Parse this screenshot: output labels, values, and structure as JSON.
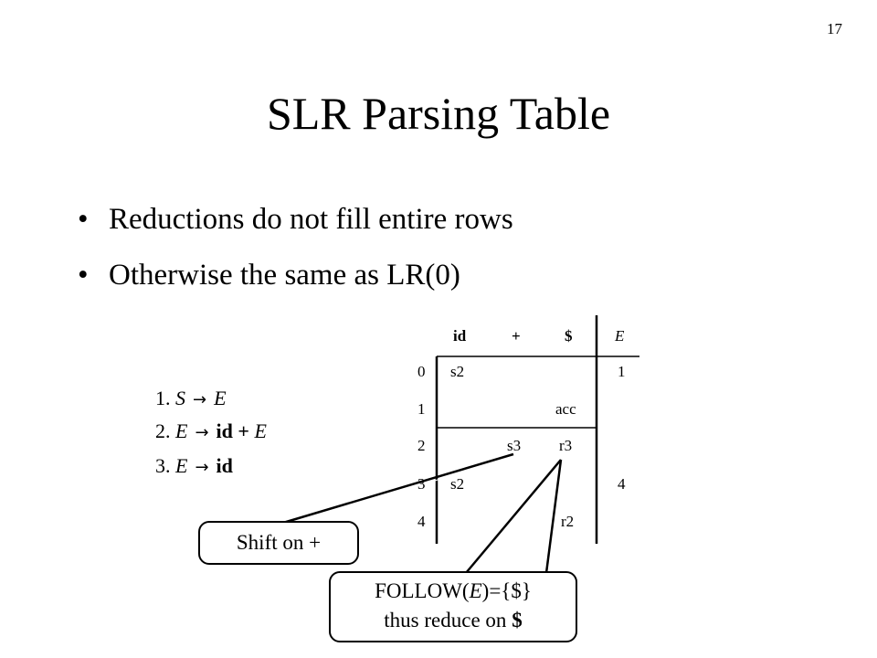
{
  "slide_number": "17",
  "title": "SLR Parsing Table",
  "bullets": [
    "Reductions do not fill entire rows",
    "Otherwise the same as LR(0)"
  ],
  "grammar": [
    {
      "num": "1.",
      "lhs": "S",
      "rhs_id": "",
      "rhs_tail": "E"
    },
    {
      "num": "2.",
      "lhs": "E",
      "rhs_id": "id",
      "rhs_tail": "+ E"
    },
    {
      "num": "3.",
      "lhs": "E",
      "rhs_id": "id",
      "rhs_tail": ""
    }
  ],
  "table": {
    "headers": {
      "id": "id",
      "plus": "+",
      "dollar": "$",
      "E": "E"
    },
    "states": [
      "0",
      "1",
      "2",
      "3",
      "4"
    ],
    "cells": {
      "r0_id": "s2",
      "r0_E": "1",
      "r1_dollar": "acc",
      "r2_plus": "s3",
      "r2_dollar": "r3",
      "r3_id": "s2",
      "r3_E": "4",
      "r4_dollar": "r2"
    }
  },
  "callouts": {
    "shift": "Shift on +",
    "follow_line1_prefix": "FOLLOW(",
    "follow_line1_var": "E",
    "follow_line1_suffix": ")={$}",
    "follow_line2_prefix": "thus reduce on ",
    "follow_line2_bold": "$"
  }
}
